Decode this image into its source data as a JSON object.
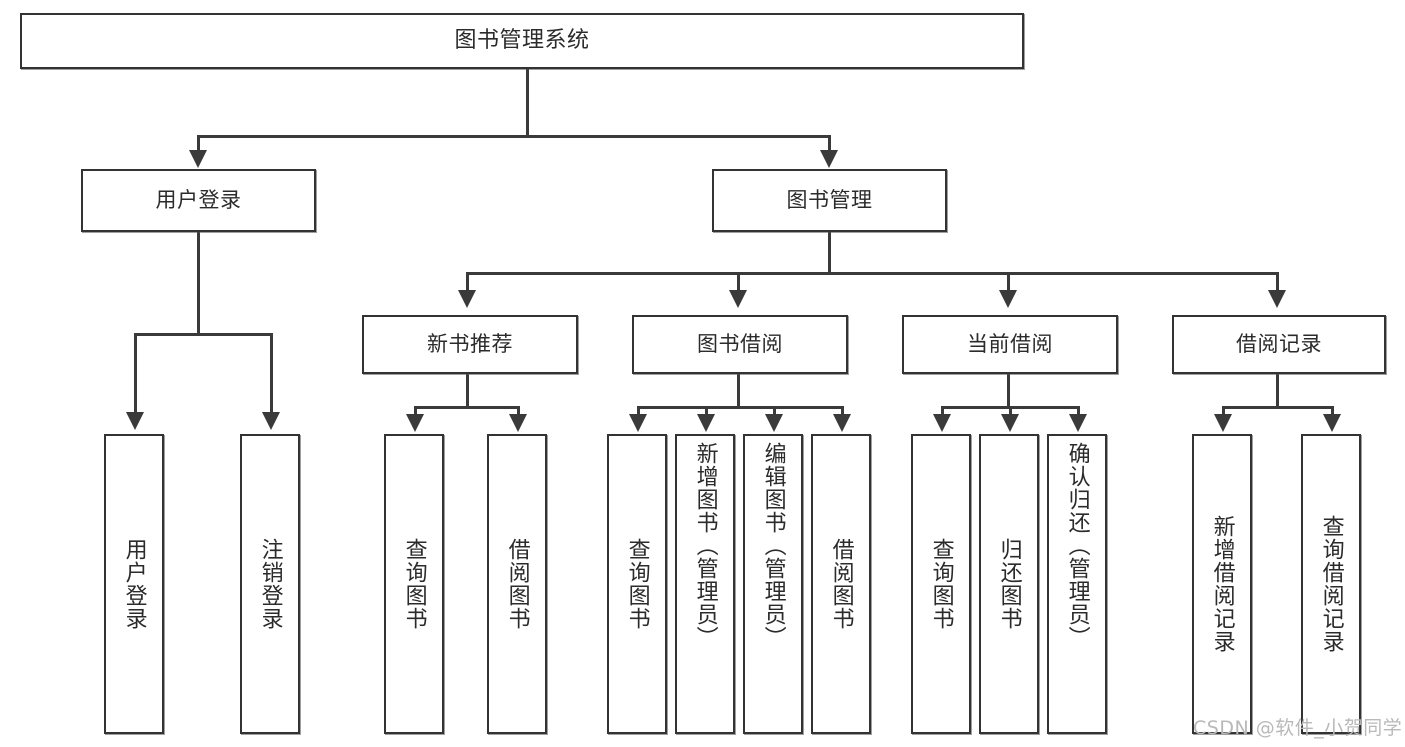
{
  "diagram": {
    "type": "tree-hierarchy-chart",
    "title": "图书管理系统",
    "watermark": "CSDN @软件_小贺同学",
    "colors": {
      "box_border": "#333333",
      "connector": "#3a3a3a",
      "background": "#ffffff",
      "text": "#2b2b2b",
      "watermark": "#b9b9b9"
    },
    "levels": {
      "level1": {
        "label": "level-1-root"
      },
      "level2": {
        "label": "level-2-modules"
      },
      "level3": {
        "label": "level-3-submodules"
      },
      "level4": {
        "label": "level-4-functions"
      }
    },
    "nodes": {
      "root": {
        "text": "图书管理系统",
        "orientation": "horizontal"
      },
      "user_login": {
        "text": "用户登录",
        "orientation": "horizontal"
      },
      "book_manage": {
        "text": "图书管理",
        "orientation": "horizontal"
      },
      "new_book_rec": {
        "text": "新书推荐",
        "orientation": "horizontal"
      },
      "book_borrow": {
        "text": "图书借阅",
        "orientation": "horizontal"
      },
      "current_borrow": {
        "text": "当前借阅",
        "orientation": "horizontal"
      },
      "borrow_record": {
        "text": "借阅记录",
        "orientation": "horizontal"
      },
      "leaf_user_login": {
        "text": "用户登录",
        "orientation": "vertical"
      },
      "leaf_logout": {
        "text": "注销登录",
        "orientation": "vertical"
      },
      "leaf_query_book_1": {
        "text": "查询图书",
        "orientation": "vertical"
      },
      "leaf_borrow_book_1": {
        "text": "借阅图书",
        "orientation": "vertical"
      },
      "leaf_query_book_2": {
        "text": "查询图书",
        "orientation": "vertical"
      },
      "leaf_add_book": {
        "text": "新增图书（管理员）",
        "orientation": "vertical"
      },
      "leaf_edit_book": {
        "text": "编辑图书（管理员）",
        "orientation": "vertical"
      },
      "leaf_borrow_book_2": {
        "text": "借阅图书",
        "orientation": "vertical"
      },
      "leaf_query_book_3": {
        "text": "查询图书",
        "orientation": "vertical"
      },
      "leaf_return_book": {
        "text": "归还图书",
        "orientation": "vertical"
      },
      "leaf_confirm_return": {
        "text": "确认归还（管理员）",
        "orientation": "vertical"
      },
      "leaf_add_record": {
        "text": "新增借阅记录",
        "orientation": "vertical"
      },
      "leaf_query_record": {
        "text": "查询借阅记录",
        "orientation": "vertical"
      }
    },
    "edges": [
      {
        "from": "root",
        "to": "user_login"
      },
      {
        "from": "root",
        "to": "book_manage"
      },
      {
        "from": "user_login",
        "to": "leaf_user_login"
      },
      {
        "from": "user_login",
        "to": "leaf_logout"
      },
      {
        "from": "book_manage",
        "to": "new_book_rec"
      },
      {
        "from": "book_manage",
        "to": "book_borrow"
      },
      {
        "from": "book_manage",
        "to": "current_borrow"
      },
      {
        "from": "book_manage",
        "to": "borrow_record"
      },
      {
        "from": "new_book_rec",
        "to": "leaf_query_book_1"
      },
      {
        "from": "new_book_rec",
        "to": "leaf_borrow_book_1"
      },
      {
        "from": "book_borrow",
        "to": "leaf_query_book_2"
      },
      {
        "from": "book_borrow",
        "to": "leaf_add_book"
      },
      {
        "from": "book_borrow",
        "to": "leaf_edit_book"
      },
      {
        "from": "book_borrow",
        "to": "leaf_borrow_book_2"
      },
      {
        "from": "current_borrow",
        "to": "leaf_query_book_3"
      },
      {
        "from": "current_borrow",
        "to": "leaf_return_book"
      },
      {
        "from": "current_borrow",
        "to": "leaf_confirm_return"
      },
      {
        "from": "borrow_record",
        "to": "leaf_add_record"
      },
      {
        "from": "borrow_record",
        "to": "leaf_query_record"
      }
    ]
  }
}
